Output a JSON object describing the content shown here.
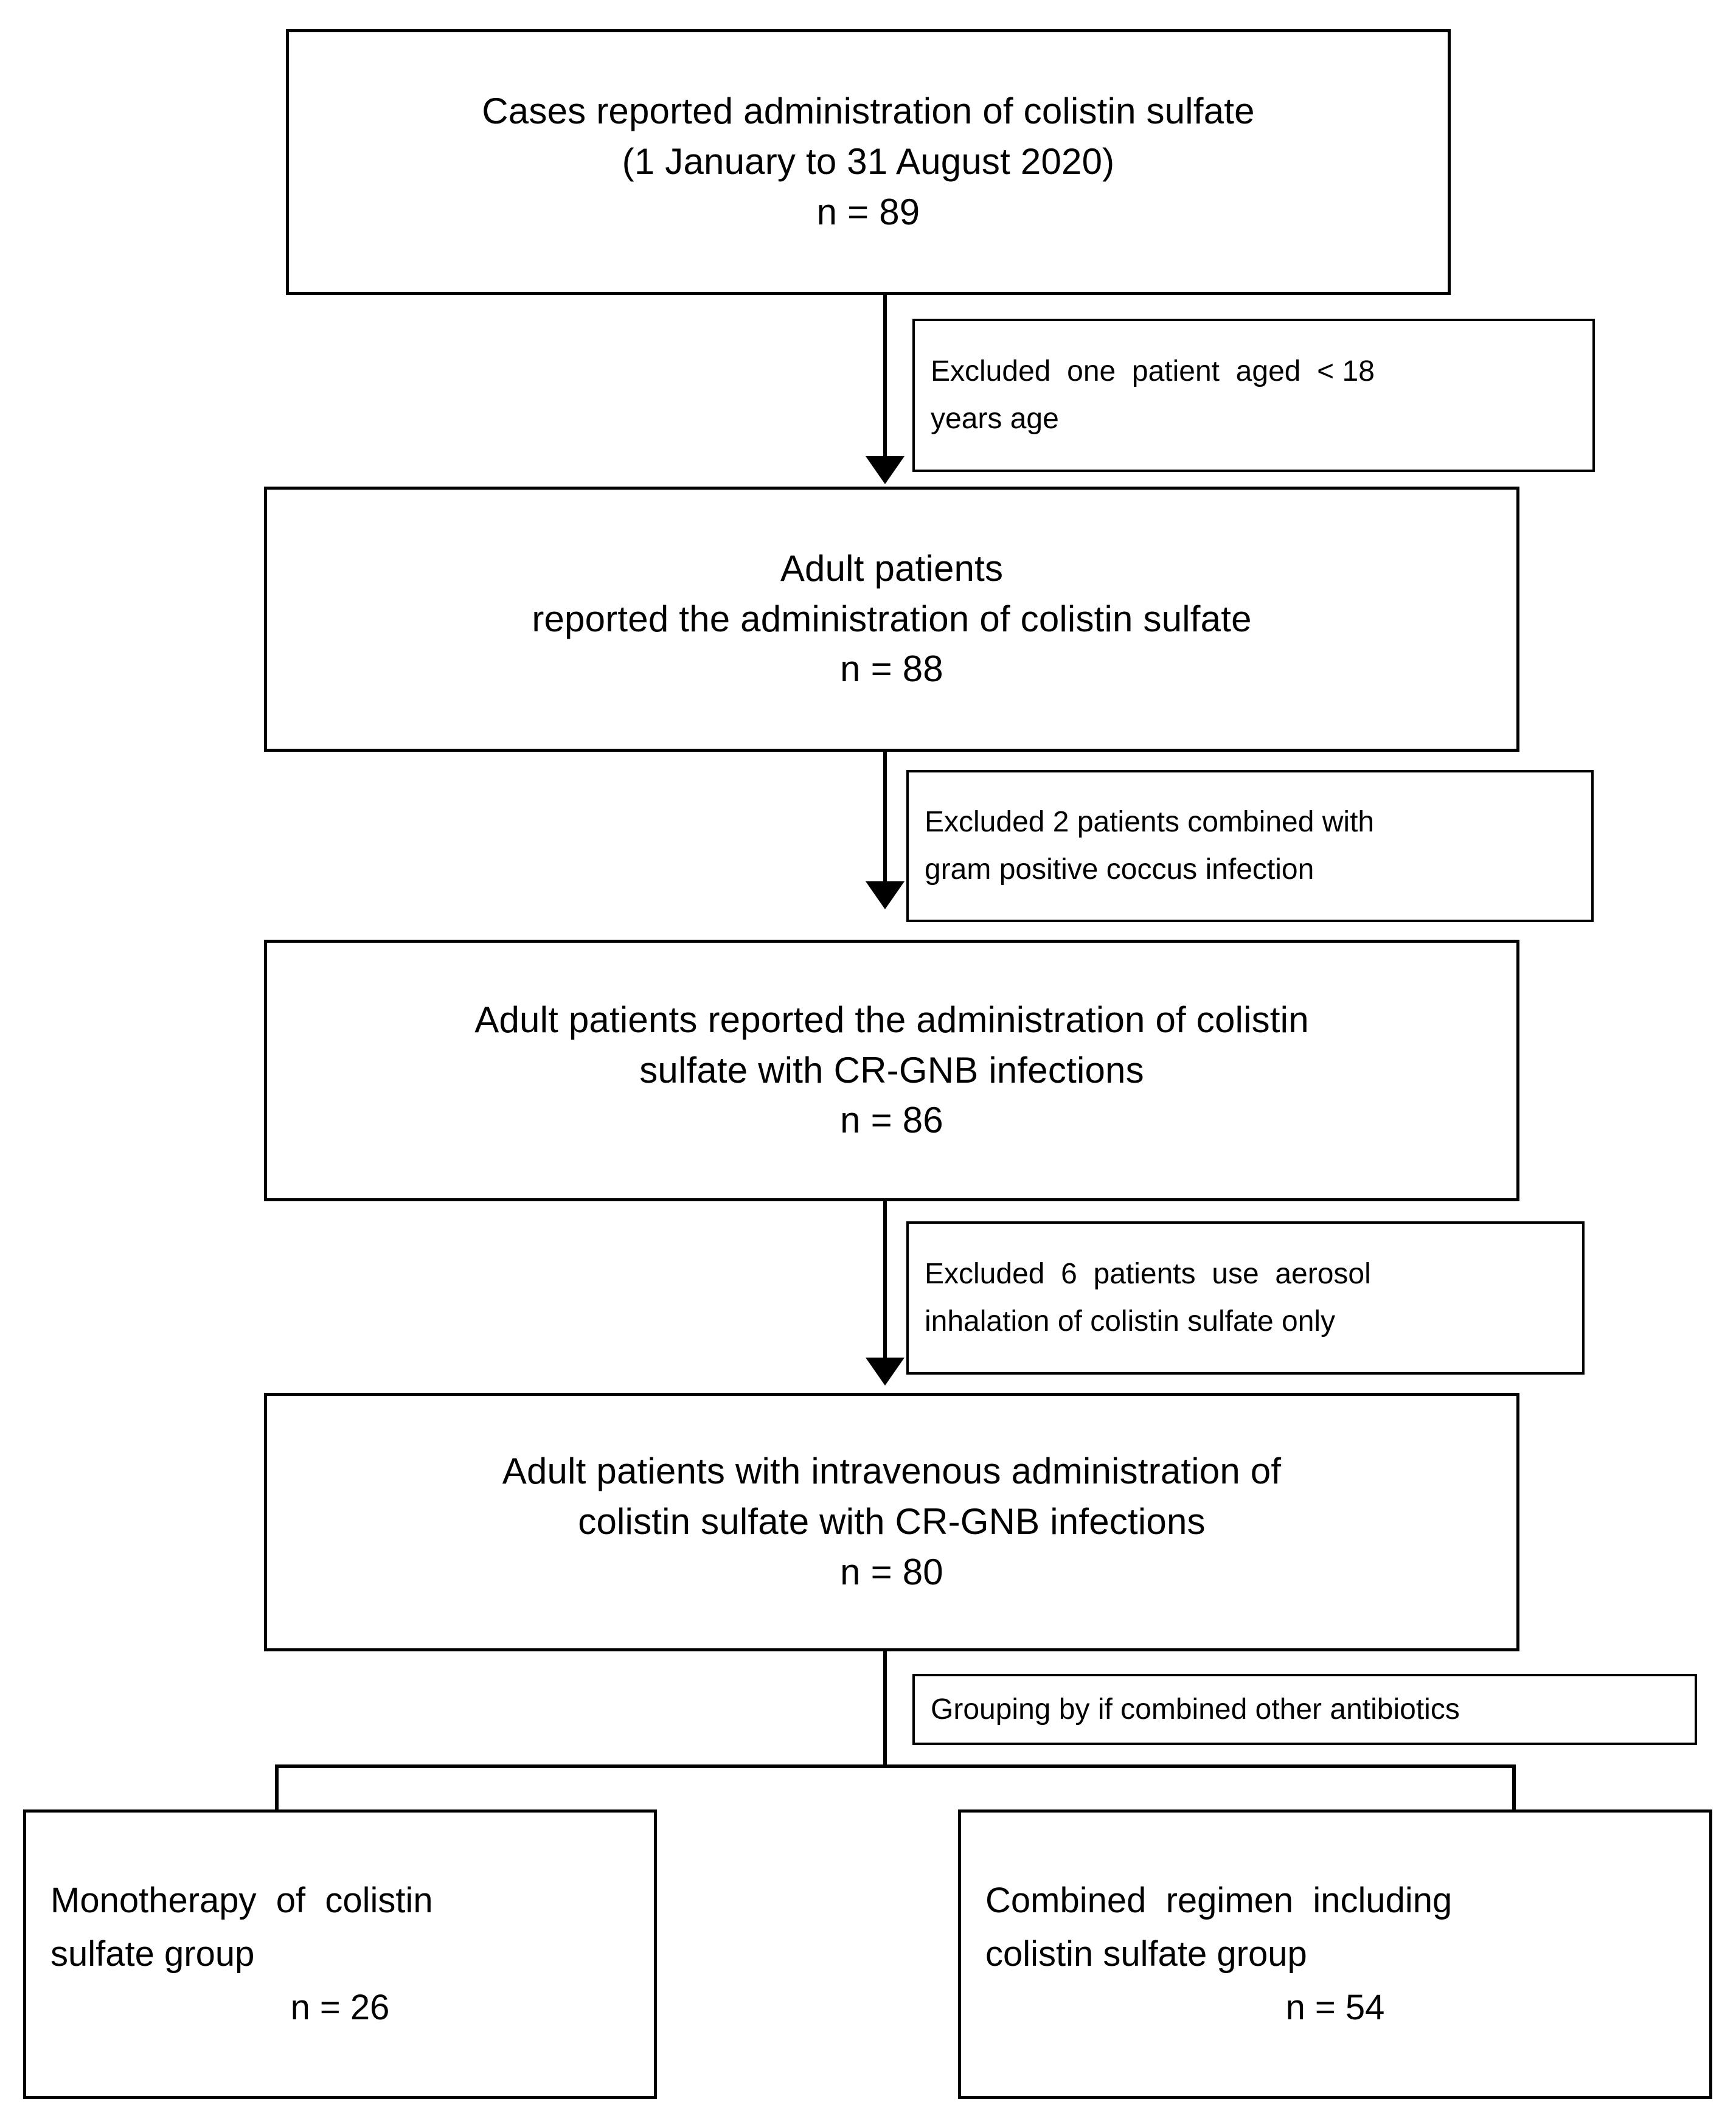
{
  "figure": {
    "type": "flowchart",
    "orientation": "top-to-bottom",
    "accent_color": "#000000",
    "background_color": "#ffffff"
  },
  "nodes": {
    "enrolled": {
      "line1": "Cases reported administration of colistin sulfate",
      "line2": "(1 January to 31 August 2020)",
      "line3": "n = 89",
      "n": "89"
    },
    "adults": {
      "line1": "Adult patients",
      "line2": "reported the administration of colistin sulfate",
      "line3": "n = 88",
      "n": "88"
    },
    "crgnb": {
      "line1": "Adult patients reported the administration of colistin",
      "line2": "sulfate with CR-GNB infections",
      "line3": "n = 86",
      "n": "86"
    },
    "intravenous": {
      "line1": "Adult patients with intravenous administration of",
      "line2": "colistin sulfate with CR-GNB infections",
      "line3": "n = 80",
      "n": "80"
    },
    "monotherapy": {
      "line1": "Monotherapy  of  colistin",
      "line2": "sulfate group",
      "line3": "n = 26",
      "n": "26"
    },
    "combined": {
      "line1": "Combined  regimen  including",
      "line2": "colistin sulfate group",
      "line3": "n = 54",
      "n": "54"
    }
  },
  "exclusions": {
    "age": {
      "line1": "Excluded  one  patient  aged  < 18",
      "line2": "years age",
      "count": "1"
    },
    "gram_positive": {
      "line1": "Excluded 2 patients combined with",
      "line2": "gram positive coccus infection",
      "count": "2"
    },
    "aerosol": {
      "line1": "Excluded  6  patients  use  aerosol",
      "line2": "inhalation of colistin sulfate only",
      "count": "6"
    }
  },
  "grouping": {
    "label": "Grouping by if combined other antibiotics"
  }
}
